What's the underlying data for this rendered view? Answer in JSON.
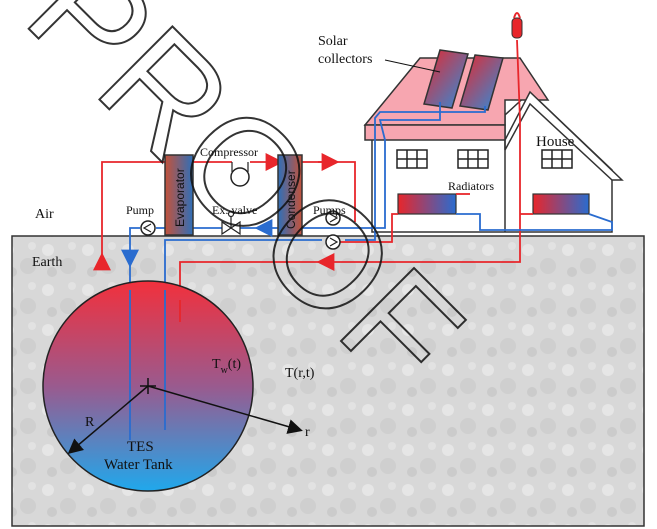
{
  "labels": {
    "solar_collectors_line1": "Solar",
    "solar_collectors_line2": "collectors",
    "house": "House",
    "compressor": "Compressor",
    "evaporator": "Evaporator",
    "condenser": "Condenser",
    "pump": "Pump",
    "pumps": "Pumps",
    "ex_valve": "Ex. valve",
    "radiators": "Radiators",
    "air": "Air",
    "earth": "Earth",
    "tw_main": "T",
    "tw_sub": "w",
    "tw_arg": "(t)",
    "trt": "T(r,t)",
    "R": "R",
    "r": "r",
    "tes_line1": "TES",
    "tes_line2": "Water Tank"
  },
  "watermark": "PROOF",
  "colors": {
    "hot_pipe": "#e8262b",
    "cold_pipe": "#2a6ccf",
    "tank_top": "#f2303c",
    "tank_bottom": "#20a8ec",
    "roof": "#f7a6b0",
    "earth": "#d9d9d9"
  }
}
